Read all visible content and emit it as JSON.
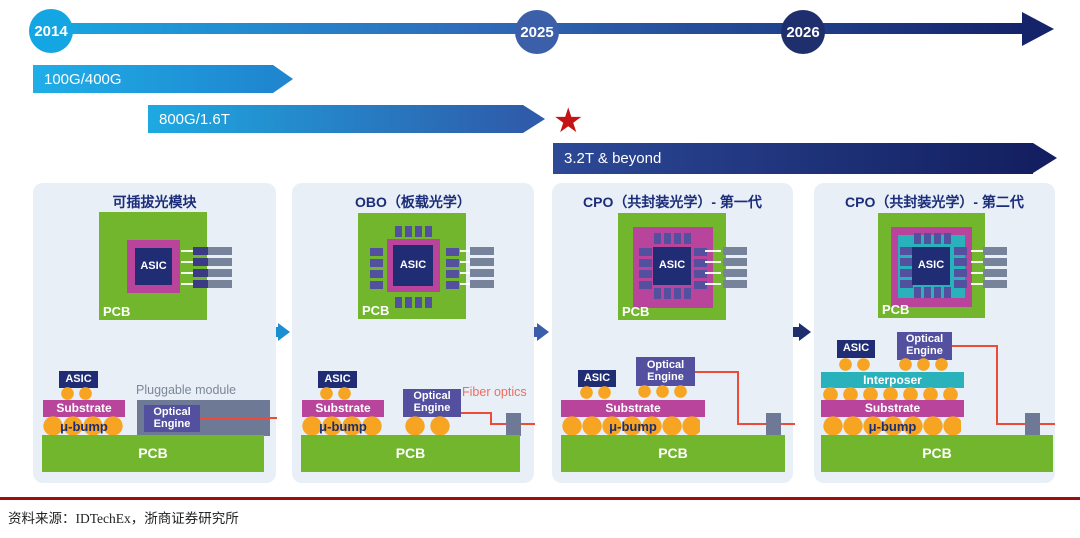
{
  "timeline": {
    "years": [
      {
        "label": "2014"
      },
      {
        "label": "2025"
      },
      {
        "label": "2026"
      }
    ],
    "bands": [
      {
        "label": "100G/400G"
      },
      {
        "label": "800G/1.6T"
      },
      {
        "label": "3.2T & beyond"
      }
    ]
  },
  "icons": {
    "star": "★"
  },
  "panels": [
    {
      "title": "可插拔光模块",
      "annotation": "Pluggable module"
    },
    {
      "title": "OBO（板载光学）",
      "annotation": "Fiber optics"
    },
    {
      "title": "CPO（共封装光学）- 第一代"
    },
    {
      "title": "CPO（共封装光学）- 第二代"
    }
  ],
  "labels": {
    "asic": "ASIC",
    "pcb": "PCB",
    "substrate": "Substrate",
    "u_bump": "μ-bump",
    "optical_engine": "Optical Engine",
    "interposer": "Interposer"
  },
  "footer": {
    "source": "资料来源：IDTechEx，浙商证券研究所"
  },
  "colors": {
    "cyan": "#18a8e2",
    "mid_blue": "#2f6ab8",
    "navy": "#15236a",
    "year_2025": "#3c5fa9",
    "year_2026": "#1f2e6d",
    "pcb_green": "#72b62e",
    "substrate_magenta": "#b9449c",
    "asic_navy": "#202c74",
    "engine_purple": "#52509f",
    "interposer_teal": "#29b2bc",
    "bump_orange": "#f6a421",
    "module_gray": "#6e7a95",
    "fiber_red": "#ed4a38",
    "star_red": "#c41414",
    "rule_red": "#a00d0d",
    "panel_bg": "#e8eff7"
  }
}
